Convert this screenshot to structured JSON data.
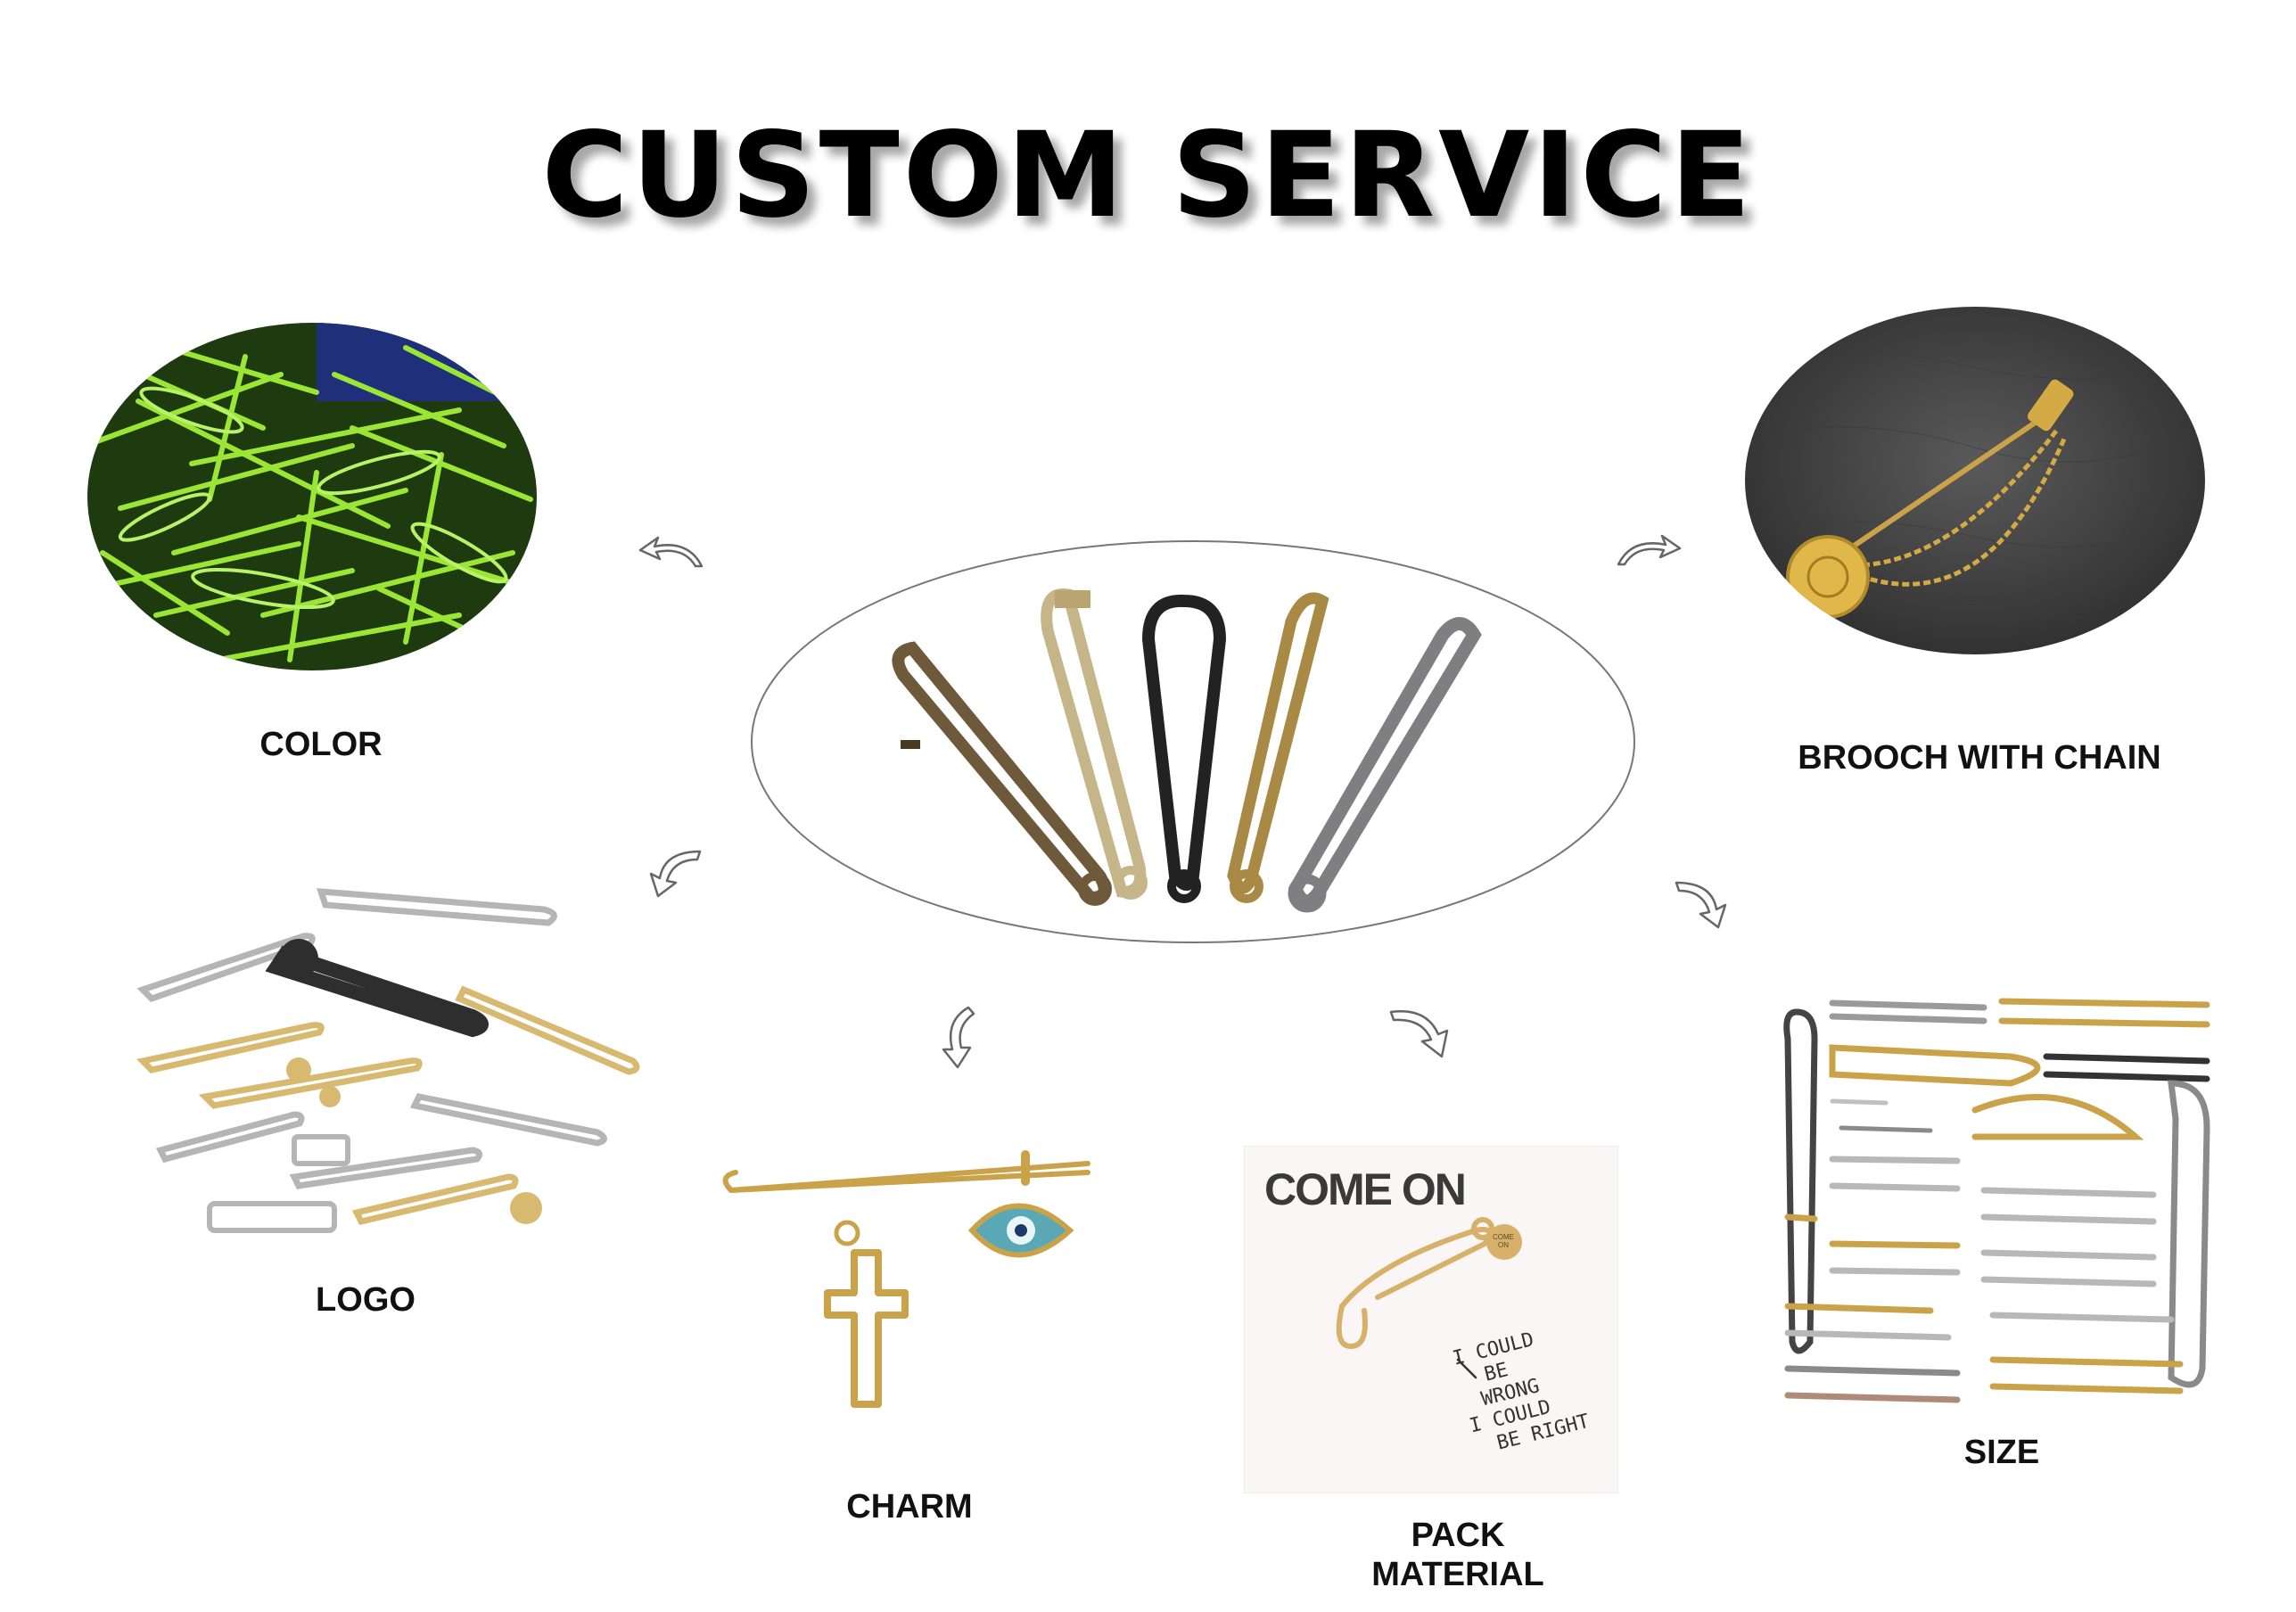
{
  "title": "CUSTOM SERVICE",
  "labels": {
    "color": "COLOR",
    "brooch": "BROOCH WITH CHAIN",
    "logo": "LOGO",
    "size": "SIZE",
    "charm": "CHARM",
    "pack_line1": "PACK",
    "pack_line2": "MATERIAL"
  },
  "card": {
    "brand": "COME ON",
    "handwriting": [
      "I COULD",
      "BE",
      "WRONG",
      "I COULD",
      "BE RIGHT"
    ],
    "tag": "COME ON"
  },
  "colors": {
    "green": "#9be535",
    "gold": "#c9a24a",
    "silver": "#a9a9a9",
    "black": "#222222",
    "bronze": "#6e5a3a"
  }
}
